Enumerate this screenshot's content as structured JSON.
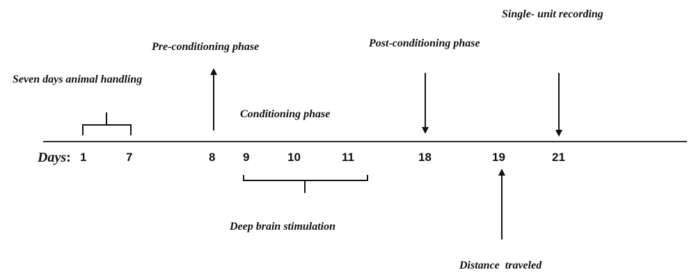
{
  "timeline": {
    "days_word": "Days",
    "days_colon": ":",
    "days": [
      "1",
      "7",
      "8",
      "9",
      "10",
      "11",
      "18",
      "19",
      "21"
    ]
  },
  "labels": {
    "handling": "Seven days animal handling",
    "pre_conditioning": "Pre-conditioning phase",
    "conditioning": "Conditioning phase",
    "post_conditioning": "Post-conditioning phase",
    "single_unit": "Single- unit recording",
    "dbs": "Deep brain stimulation",
    "distance": "Distance  traveled"
  },
  "colors": {
    "ink": "#111111",
    "background": "#ffffff"
  }
}
